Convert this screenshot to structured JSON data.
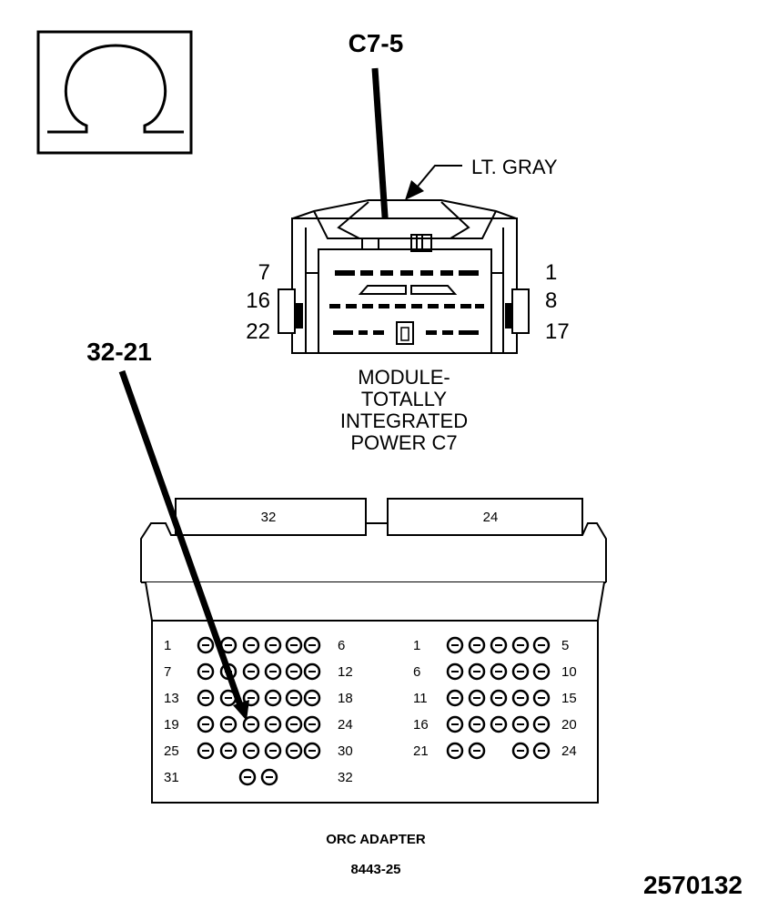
{
  "symbol": {
    "name": "ohm-icon"
  },
  "callouts": {
    "upper": "C7-5",
    "lower": "32-21",
    "housing_color": "LT. GRAY"
  },
  "module_connector": {
    "row_labels_left": [
      "7",
      "16",
      "22"
    ],
    "row_labels_right": [
      "1",
      "8",
      "17"
    ],
    "caption": [
      "MODULE-",
      "TOTALLY",
      "INTEGRATED",
      "POWER C7"
    ]
  },
  "adapter": {
    "tab_left": "32",
    "tab_right": "24",
    "left_block": {
      "rows": [
        {
          "start": "1",
          "end": "6"
        },
        {
          "start": "7",
          "end": "12"
        },
        {
          "start": "13",
          "end": "18"
        },
        {
          "start": "19",
          "end": "24"
        },
        {
          "start": "25",
          "end": "30"
        },
        {
          "start": "31",
          "end": "32"
        }
      ]
    },
    "right_block": {
      "rows": [
        {
          "start": "1",
          "end": "5"
        },
        {
          "start": "6",
          "end": "10"
        },
        {
          "start": "11",
          "end": "15"
        },
        {
          "start": "16",
          "end": "20"
        },
        {
          "start": "21",
          "end": "24"
        }
      ]
    },
    "caption": "ORC ADAPTER",
    "part_number": "8443-25"
  },
  "figure_number": "2570132"
}
